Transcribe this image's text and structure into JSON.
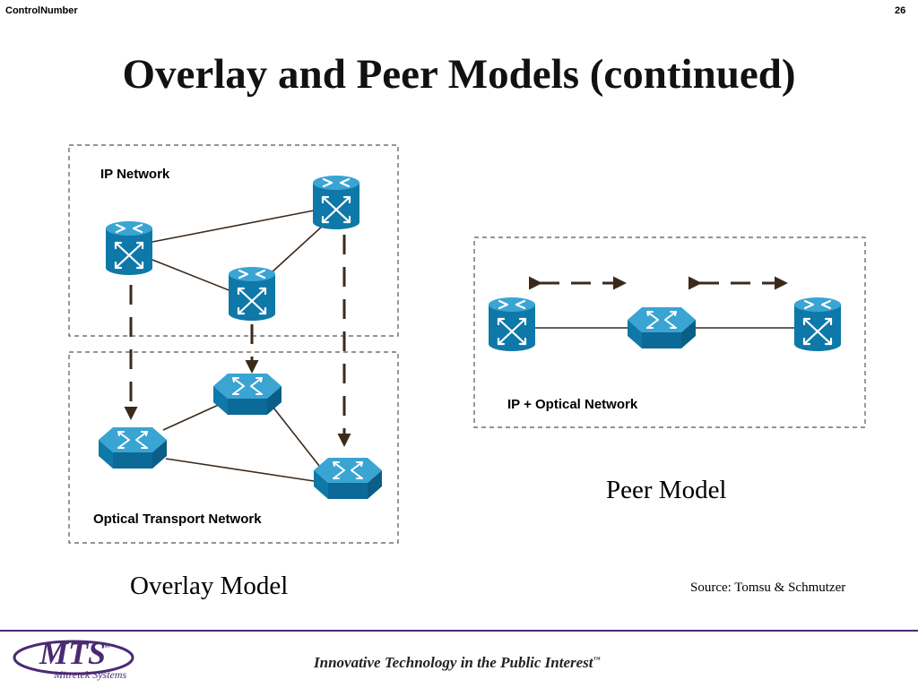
{
  "header": {
    "left_text": "ControlNumber",
    "page_number": "26"
  },
  "title": "Overlay and Peer Models (continued)",
  "overlay": {
    "ip_network_label": "IP Network",
    "optical_network_label": "Optical Transport Network",
    "caption": "Overlay Model"
  },
  "peer": {
    "network_label": "IP + Optical Network",
    "caption": "Peer Model"
  },
  "source": "Source: Tomsu & Schmutzer",
  "footer": {
    "logo_text": "MTS",
    "logo_tm": "TM",
    "logo_subtext": "Mitretek Systems",
    "tagline": "Innovative Technology in the Public Interest",
    "tagline_tm": "™"
  },
  "colors": {
    "device_top": "#3aa4d3",
    "device_side": "#0e78a8",
    "device_dark": "#0b5e87",
    "link": "#3b2a1a",
    "frame": "#555555",
    "brand": "#4a2a73"
  },
  "icons": [
    "router-icon",
    "optical-switch-icon",
    "dashed-arrow-icon"
  ]
}
